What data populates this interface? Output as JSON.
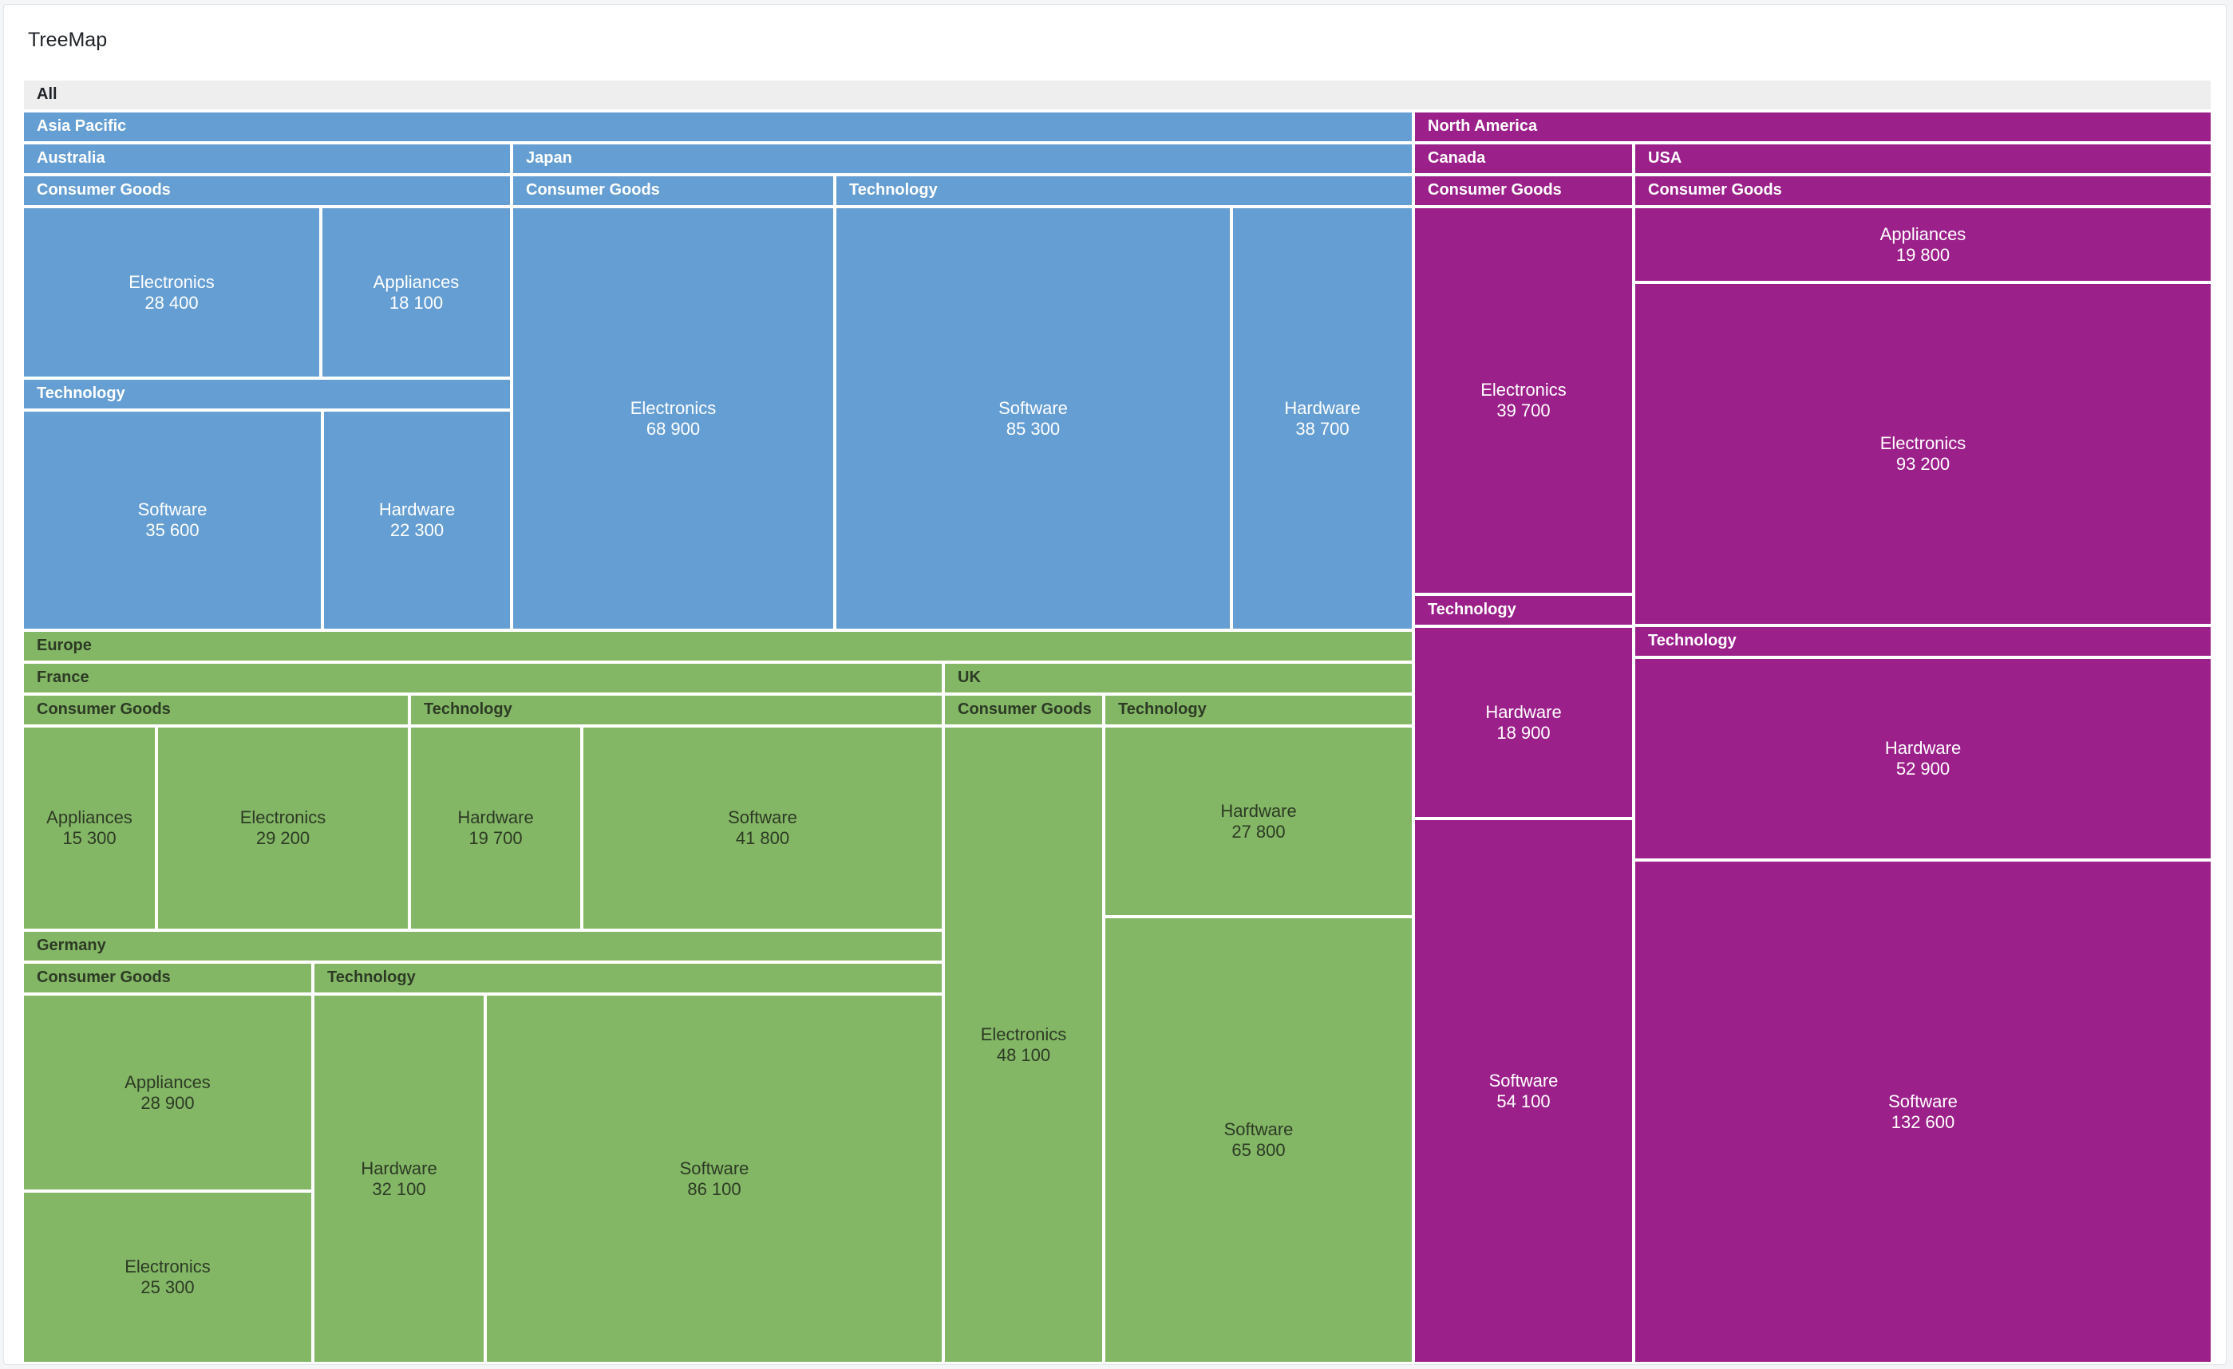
{
  "title": "TreeMap",
  "colors": {
    "Asia Pacific": "#659ed2",
    "Europe": "#83b766",
    "North America": "#9b208a",
    "root": "#eeeeee"
  },
  "text_colors": {
    "Asia Pacific": "#ffffff",
    "Europe": "#2d3a24",
    "North America": "#ffffff",
    "root": "#1f2328"
  },
  "chart_data": {
    "type": "treemap",
    "root_label": "All",
    "regions": [
      {
        "name": "Asia Pacific",
        "countries": [
          {
            "name": "Australia",
            "categories": [
              {
                "name": "Consumer Goods",
                "items": [
                  {
                    "name": "Electronics",
                    "value": 28400,
                    "label": "28 400"
                  },
                  {
                    "name": "Appliances",
                    "value": 18100,
                    "label": "18 100"
                  }
                ]
              },
              {
                "name": "Technology",
                "items": [
                  {
                    "name": "Software",
                    "value": 35600,
                    "label": "35 600"
                  },
                  {
                    "name": "Hardware",
                    "value": 22300,
                    "label": "22 300"
                  }
                ]
              }
            ]
          },
          {
            "name": "Japan",
            "categories": [
              {
                "name": "Consumer Goods",
                "items": [
                  {
                    "name": "Electronics",
                    "value": 68900,
                    "label": "68 900"
                  }
                ]
              },
              {
                "name": "Technology",
                "items": [
                  {
                    "name": "Software",
                    "value": 85300,
                    "label": "85 300"
                  },
                  {
                    "name": "Hardware",
                    "value": 38700,
                    "label": "38 700"
                  }
                ]
              }
            ]
          }
        ]
      },
      {
        "name": "Europe",
        "countries": [
          {
            "name": "France",
            "categories": [
              {
                "name": "Consumer Goods",
                "items": [
                  {
                    "name": "Appliances",
                    "value": 15300,
                    "label": "15 300"
                  },
                  {
                    "name": "Electronics",
                    "value": 29200,
                    "label": "29 200"
                  }
                ]
              },
              {
                "name": "Technology",
                "items": [
                  {
                    "name": "Hardware",
                    "value": 19700,
                    "label": "19 700"
                  },
                  {
                    "name": "Software",
                    "value": 41800,
                    "label": "41 800"
                  }
                ]
              }
            ]
          },
          {
            "name": "Germany",
            "categories": [
              {
                "name": "Consumer Goods",
                "items": [
                  {
                    "name": "Appliances",
                    "value": 28900,
                    "label": "28 900"
                  },
                  {
                    "name": "Electronics",
                    "value": 25300,
                    "label": "25 300"
                  }
                ]
              },
              {
                "name": "Technology",
                "items": [
                  {
                    "name": "Hardware",
                    "value": 32100,
                    "label": "32 100"
                  },
                  {
                    "name": "Software",
                    "value": 86100,
                    "label": "86 100"
                  }
                ]
              }
            ]
          },
          {
            "name": "UK",
            "categories": [
              {
                "name": "Consumer Goods",
                "items": [
                  {
                    "name": "Electronics",
                    "value": 48100,
                    "label": "48 100"
                  }
                ]
              },
              {
                "name": "Technology",
                "items": [
                  {
                    "name": "Hardware",
                    "value": 27800,
                    "label": "27 800"
                  },
                  {
                    "name": "Software",
                    "value": 65800,
                    "label": "65 800"
                  }
                ]
              }
            ]
          }
        ]
      },
      {
        "name": "North America",
        "countries": [
          {
            "name": "Canada",
            "categories": [
              {
                "name": "Consumer Goods",
                "items": [
                  {
                    "name": "Electronics",
                    "value": 39700,
                    "label": "39 700"
                  }
                ]
              },
              {
                "name": "Technology",
                "items": [
                  {
                    "name": "Hardware",
                    "value": 18900,
                    "label": "18 900"
                  },
                  {
                    "name": "Software",
                    "value": 54100,
                    "label": "54 100"
                  }
                ]
              }
            ]
          },
          {
            "name": "USA",
            "categories": [
              {
                "name": "Consumer Goods",
                "items": [
                  {
                    "name": "Appliances",
                    "value": 19800,
                    "label": "19 800"
                  },
                  {
                    "name": "Electronics",
                    "value": 93200,
                    "label": "93 200"
                  }
                ]
              },
              {
                "name": "Technology",
                "items": [
                  {
                    "name": "Hardware",
                    "value": 52900,
                    "label": "52 900"
                  },
                  {
                    "name": "Software",
                    "value": 132600,
                    "label": "132 600"
                  }
                ]
              }
            ]
          }
        ]
      }
    ]
  }
}
